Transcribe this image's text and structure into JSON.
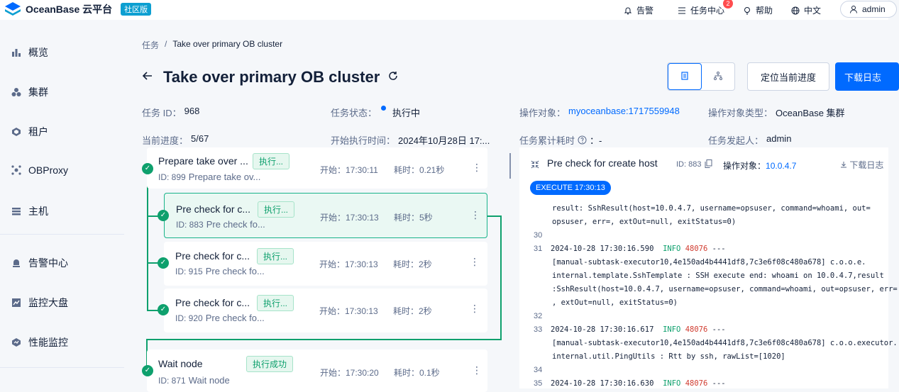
{
  "header": {
    "brand": "OceanBase 云平台",
    "edition": "社区版",
    "alerts": "告警",
    "task_center": "任务中心",
    "notify_count": "2",
    "help": "帮助",
    "language": "中文",
    "user": "admin"
  },
  "sidebar": {
    "items": [
      {
        "label": "概览",
        "icon": "bar-chart-icon"
      },
      {
        "label": "集群",
        "icon": "cluster-icon"
      },
      {
        "label": "租户",
        "icon": "tenant-icon"
      },
      {
        "label": "OBProxy",
        "icon": "proxy-icon"
      },
      {
        "label": "主机",
        "icon": "host-icon"
      },
      {
        "label": "告警中心",
        "icon": "alert-center-icon"
      },
      {
        "label": "监控大盘",
        "icon": "monitor-icon"
      },
      {
        "label": "性能监控",
        "icon": "performance-icon"
      }
    ]
  },
  "breadcrumb": {
    "root": "任务",
    "separator": "/",
    "current": "Take over primary OB cluster"
  },
  "page": {
    "title": "Take over primary OB cluster",
    "locate_button": "定位当前进度",
    "download_button": "下载日志"
  },
  "info": {
    "task_id_label": "任务 ID：",
    "task_id": "968",
    "status_label": "任务状态：",
    "status": "执行中",
    "target_label": "操作对象：",
    "target": "myoceanbase:1717559948",
    "target_type_label": "操作对象类型：",
    "target_type": "OceanBase 集群",
    "progress_label": "当前进度：",
    "progress": "5/67",
    "start_label": "开始执行时间：",
    "start": "2024年10月28日 17:...",
    "elapsed_label": "任务累计耗时",
    "elapsed_suffix": "：-",
    "initiator_label": "任务发起人：",
    "initiator": "admin"
  },
  "tasks": [
    {
      "name": "Prepare take over ...",
      "tag": "执行...",
      "id": "ID: 899",
      "desc": "Prepare take ov...",
      "start": "开始：17:30:11",
      "duration": "耗时：0.21秒"
    },
    {
      "name": "Pre check for c...",
      "tag": "执行...",
      "id": "ID: 883",
      "desc": "Pre check fo...",
      "start": "开始：17:30:13",
      "duration": "耗时：5秒"
    },
    {
      "name": "Pre check for c...",
      "tag": "执行...",
      "id": "ID: 915",
      "desc": "Pre check fo...",
      "start": "开始：17:30:13",
      "duration": "耗时：2秒"
    },
    {
      "name": "Pre check for c...",
      "tag": "执行...",
      "id": "ID: 920",
      "desc": "Pre check fo...",
      "start": "开始：17:30:13",
      "duration": "耗时：2秒"
    },
    {
      "name": "Wait node",
      "tag": "执行成功",
      "id": "ID: 871",
      "desc": "Wait node",
      "start": "开始：17:30:20",
      "duration": "耗时：0.1秒"
    }
  ],
  "log": {
    "title": "Pre check for create host",
    "id": "ID: 883",
    "target_label": "操作对象：",
    "target": "10.0.4.7",
    "download": "下载日志",
    "badge": "EXECUTE 17:30:13",
    "lines": {
      "l29a": "result: SshResult(host=10.0.4.7, username=opsuser, command=whoami, out=",
      "l29b": "opsuser, err=, extOut=null, exitStatus=0)",
      "n30": "30",
      "n31": "31",
      "l31_ts": "2024-10-28 17:30:16.590",
      "l31_lv": "INFO",
      "l31_pid": "48076",
      "l31_dash": "---",
      "l31b": "[manual-subtask-executor10,4e150ad4b4441df8,7c3e6f08c480a678] c.o.o.e.",
      "l31c": "internal.template.SshTemplate    : SSH execute end: whoami on 10.0.4.7,result",
      "l31d": ":SshResult(host=10.0.4.7, username=opsuser, command=whoami, out=opsuser, err=",
      "l31e": ", extOut=null, exitStatus=0)",
      "n32": "32",
      "n33": "33",
      "l33_ts": "2024-10-28 17:30:16.617",
      "l33_lv": "INFO",
      "l33_pid": "48076",
      "l33_dash": "---",
      "l33b": "[manual-subtask-executor10,4e150ad4b4441df8,7c3e6f08c480a678] c.o.o.executor.",
      "l33c": "internal.util.PingUtils   : Rtt by ssh, rawList=[1020]",
      "n34": "34",
      "n35": "35",
      "l35_ts": "2024-10-28 17:30:16.630",
      "l35_lv": "INFO",
      "l35_pid": "48076",
      "l35_dash": "---"
    }
  }
}
